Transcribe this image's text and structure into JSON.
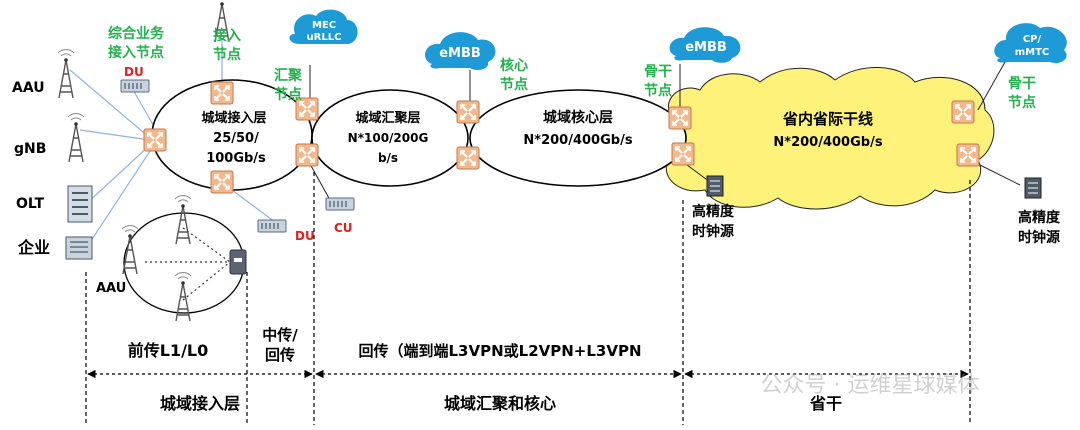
{
  "left_devices": {
    "aau_top": "AAU",
    "gnb": "gNB",
    "olt": "OLT",
    "enterprise": "企业",
    "aau_bottom": "AAU"
  },
  "nodes": {
    "integrated_service_access": [
      "综合业务",
      "接入节点"
    ],
    "access_node": [
      "接入",
      "节点"
    ],
    "du_top": "DU",
    "du_bottom": "DU",
    "aggregation_node": [
      "汇聚",
      "节点"
    ],
    "core_node": [
      "核心",
      "节点"
    ],
    "backbone_node_1": [
      "骨干",
      "节点"
    ],
    "backbone_node_2": [
      "骨干",
      "节点"
    ],
    "cu": "CU",
    "clock_1": [
      "高精度",
      "时钟源"
    ],
    "clock_2": [
      "高精度",
      "时钟源"
    ]
  },
  "clouds": {
    "mec": [
      "MEC",
      "uRLLC"
    ],
    "embb_core": "eMBB",
    "embb_backbone": "eMBB",
    "cp": [
      "CP/",
      "mMTC"
    ]
  },
  "layers": {
    "access": [
      "城域接入层",
      "25/50/",
      "100Gb/s"
    ],
    "aggregation": [
      "城域汇聚层",
      "N*100/200G",
      "b/s"
    ],
    "core": [
      "城域核心层",
      "N*200/400Gb/s"
    ],
    "backbone": [
      "省内省际干线",
      "N*200/400Gb/s"
    ]
  },
  "bottom": {
    "fronthaul": "前传L1/L0",
    "midhaul": [
      "中传/",
      "回传"
    ],
    "backhaul": "回传（端到端L3VPN或L2VPN+L3VPN",
    "seg_access": "城域接入层",
    "seg_agg_core": "城域汇聚和核心",
    "seg_backbone": "省干"
  },
  "watermark": "公众号 · 运维星球媒体",
  "colors": {
    "green_label": "#22b14c",
    "red_label": "#e0201b",
    "cloud_blue": "#1e9ad6",
    "backbone_yellow": "#fff27a",
    "router_orange": "#f2b98e",
    "link_blue": "#8db3e2"
  }
}
